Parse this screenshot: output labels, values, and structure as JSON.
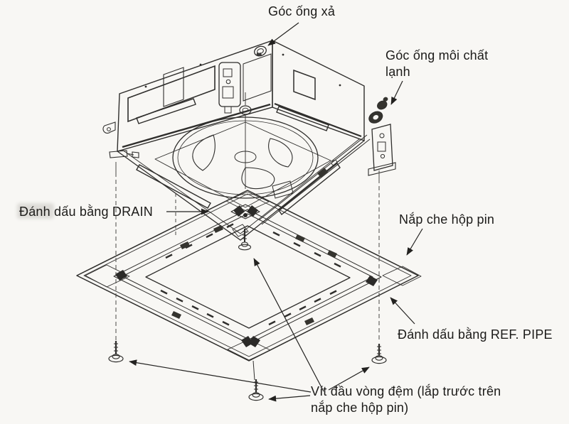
{
  "page": {
    "background_color": "#f8f7f4",
    "line_color": "#2f2e2c"
  },
  "figure": {
    "labels": {
      "drain_pipe_corner": "Góc ống xả",
      "refrigerant_pipe_corner": "Góc ống môi chất\nlạnh",
      "drain_marking": "Đánh dấu bằng DRAIN",
      "battery_box_cover": "Nắp che hộp pin",
      "ref_pipe_marking": "Đánh dấu bằng REF. PIPE",
      "washer_head_screws": "Vít đầu vòng đệm (lắp trước trên\nnắp che hộp pin)"
    }
  }
}
